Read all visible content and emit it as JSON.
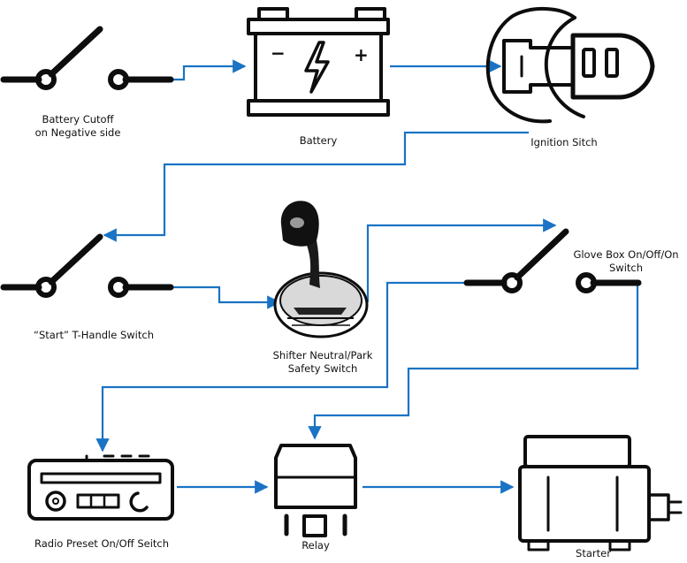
{
  "labels": {
    "battery_cutoff_line1": "Battery Cutoff",
    "battery_cutoff_line2": "on Negative side",
    "battery": "Battery",
    "ignition": "Ignition Sitch",
    "start_switch": "“Start” T-Handle Switch",
    "shifter_line1": "Shifter Neutral/Park",
    "shifter_line2": "Safety Switch",
    "glovebox_line1": "Glove Box On/Off/On",
    "glovebox_line2": "Switch",
    "radio": "Radio Preset On/Off Seitch",
    "relay": "Relay",
    "starter": "Starter"
  },
  "battery_symbols": {
    "minus": "−",
    "plus": "+"
  },
  "colors": {
    "wire": "#1a73c4",
    "ink": "#0d0d0d",
    "background": "#ffffff"
  },
  "icons": [
    "switch-icon",
    "battery-icon",
    "ignition-key-icon",
    "shifter-icon",
    "radio-icon",
    "relay-icon",
    "starter-motor-icon"
  ]
}
